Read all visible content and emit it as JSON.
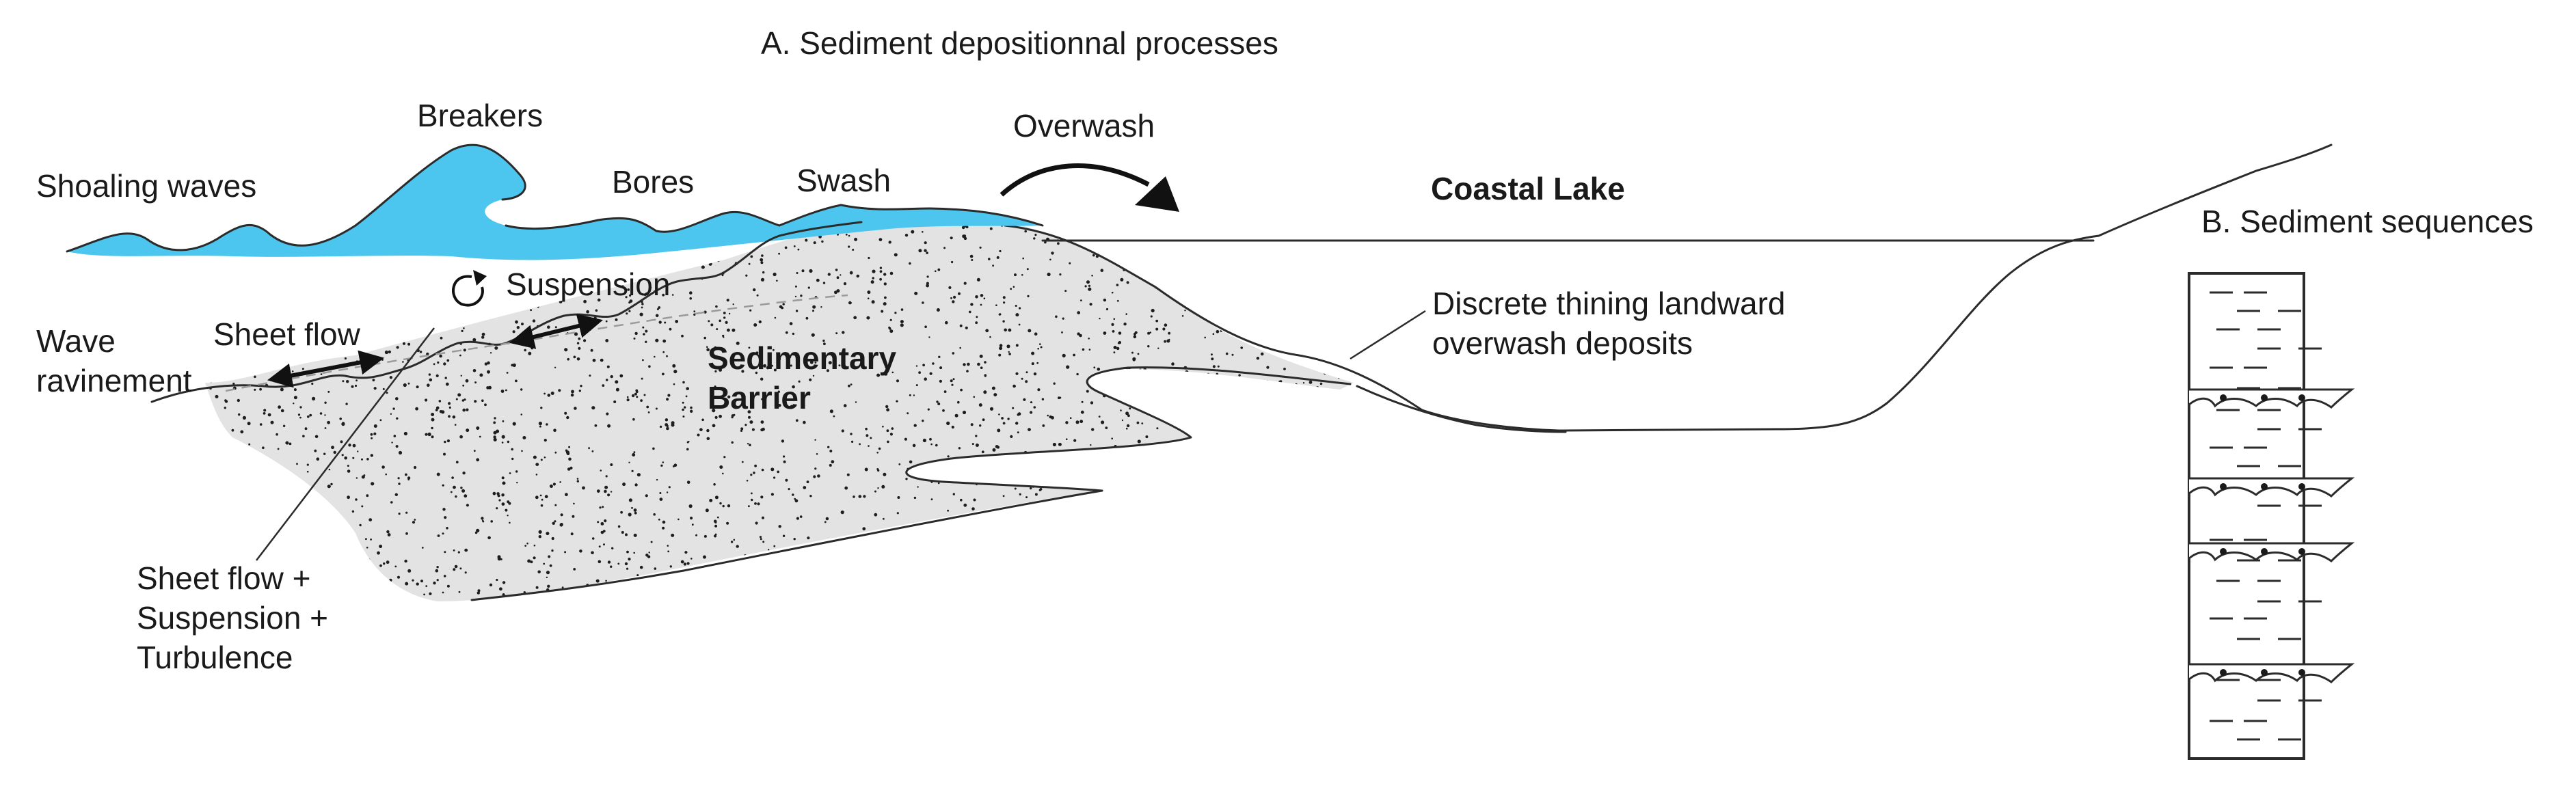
{
  "colors": {
    "water": "#4cc6ef",
    "sand_fill": "#e3e3e3",
    "stipple": "#1e1e1e",
    "line": "#2b2b2b",
    "background": "#ffffff"
  },
  "titles": {
    "part_a": "A. Sediment depositionnal processes",
    "part_b": "B. Sediment sequences"
  },
  "labels": {
    "breakers": "Breakers",
    "shoaling_waves": "Shoaling waves",
    "bores": "Bores",
    "swash": "Swash",
    "overwash": "Overwash",
    "coastal_lake": "Coastal Lake",
    "suspension": "Suspension",
    "sheet_flow": "Sheet flow",
    "wave_ravinement": [
      "Wave",
      "ravinement"
    ],
    "sedimentary_barrier": [
      "Sedimentary",
      "Barrier"
    ],
    "overwash_deposits": [
      "Discrete thining landward",
      "overwash deposits"
    ],
    "combined_processes": [
      "Sheet flow +",
      "Suspension +",
      "Turbulence"
    ]
  }
}
